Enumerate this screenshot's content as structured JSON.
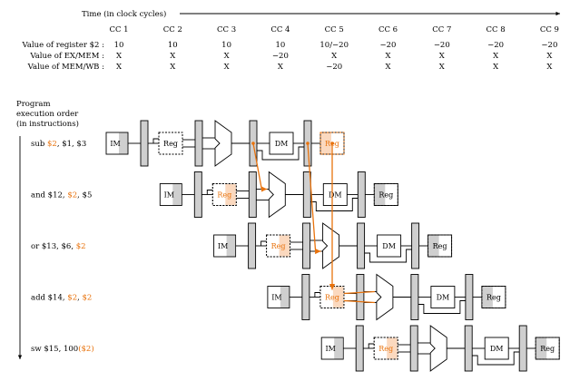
{
  "time_axis_label": "Time (in clock cycles)",
  "cycles": [
    "CC 1",
    "CC 2",
    "CC 3",
    "CC 4",
    "CC 5",
    "CC 6",
    "CC 7",
    "CC 8",
    "CC 9"
  ],
  "value_rows": [
    {
      "label": "Value of register $2 :",
      "values": [
        "10",
        "10",
        "10",
        "10",
        "10/−20",
        "−20",
        "−20",
        "−20",
        "−20"
      ]
    },
    {
      "label": "Value of EX/MEM :",
      "values": [
        "X",
        "X",
        "X",
        "−20",
        "X",
        "X",
        "X",
        "X",
        "X"
      ]
    },
    {
      "label": "Value of MEM/WB :",
      "values": [
        "X",
        "X",
        "X",
        "X",
        "−20",
        "X",
        "X",
        "X",
        "X"
      ]
    }
  ],
  "program_order_label": [
    "Program",
    "execution order",
    "(in instructions)"
  ],
  "stage_labels": {
    "im": "IM",
    "reg": "Reg",
    "dm": "DM"
  },
  "instructions": [
    {
      "parts": [
        {
          "text": "sub ",
          "hi": false
        },
        {
          "text": "$2",
          "hi": true
        },
        {
          "text": ", $1, $3",
          "hi": false
        }
      ]
    },
    {
      "parts": [
        {
          "text": "and $12, ",
          "hi": false
        },
        {
          "text": "$2",
          "hi": true
        },
        {
          "text": ", $5",
          "hi": false
        }
      ]
    },
    {
      "parts": [
        {
          "text": "or $13, $6, ",
          "hi": false
        },
        {
          "text": "$2",
          "hi": true
        }
      ]
    },
    {
      "parts": [
        {
          "text": "add $14, ",
          "hi": false
        },
        {
          "text": "$2",
          "hi": true
        },
        {
          "text": ", ",
          "hi": false
        },
        {
          "text": "$2",
          "hi": true
        }
      ]
    },
    {
      "parts": [
        {
          "text": "sw $15, 100",
          "hi": false
        },
        {
          "text": "($2)",
          "hi": true
        }
      ]
    }
  ],
  "highlight_color": "#e8720c"
}
